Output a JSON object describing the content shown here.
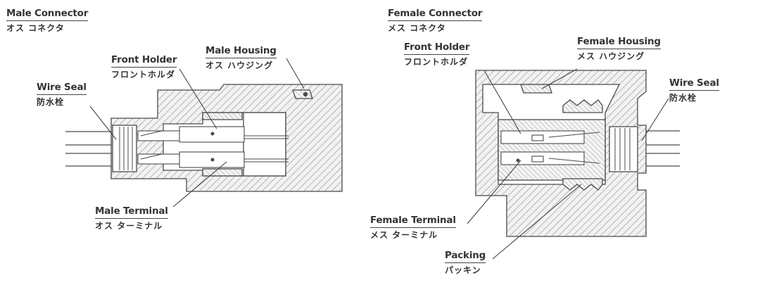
{
  "male": {
    "title_en": "Male Connector",
    "title_jp": "オス コネクタ",
    "wire_seal_en": "Wire Seal",
    "wire_seal_jp": "防水栓",
    "front_holder_en": "Front Holder",
    "front_holder_jp": "フロントホルダ",
    "housing_en": "Male Housing",
    "housing_jp": "オス ハウジング",
    "terminal_en": "Male Terminal",
    "terminal_jp": "オス ターミナル"
  },
  "female": {
    "title_en": "Female Connector",
    "title_jp": "メス コネクタ",
    "front_holder_en": "Front Holder",
    "front_holder_jp": "フロントホルダ",
    "housing_en": "Female Housing",
    "housing_jp": "メス ハウジング",
    "wire_seal_en": "Wire Seal",
    "wire_seal_jp": "防水栓",
    "terminal_en": "Female Terminal",
    "terminal_jp": "メス ターミナル",
    "packing_en": "Packing",
    "packing_jp": "パッキン"
  },
  "colors": {
    "line": "#4a4a4a",
    "hatch": "#8a8a8a",
    "label": "#333333",
    "background": "#ffffff"
  }
}
